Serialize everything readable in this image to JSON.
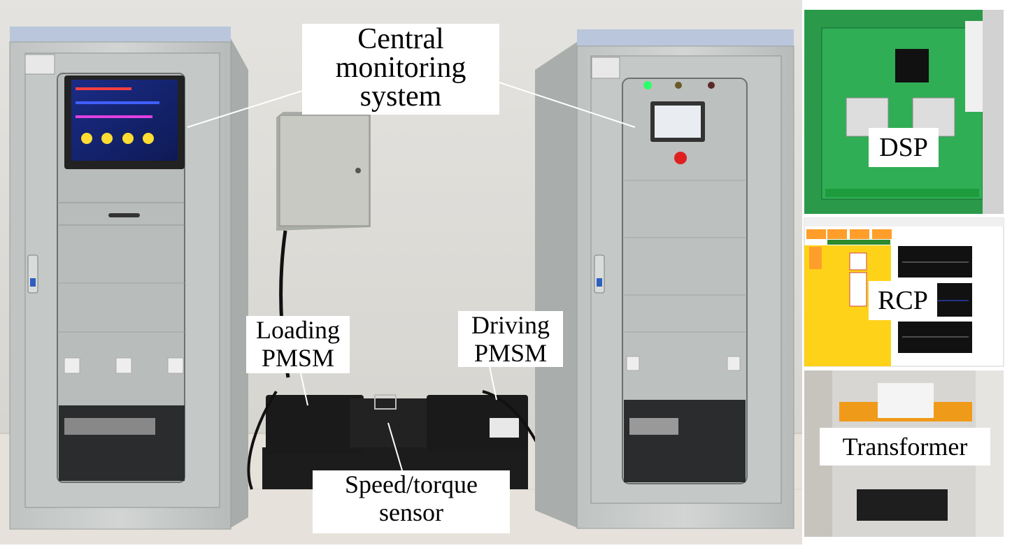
{
  "labels": {
    "central_line1": "Central",
    "central_line2": "monitoring",
    "central_line3": "system",
    "loading_line1": "Loading",
    "loading_line2": "PMSM",
    "driving_line1": "Driving",
    "driving_line2": "PMSM",
    "speed_line1": "Speed/torque",
    "speed_line2": "sensor",
    "dsp": "DSP",
    "rcp": "RCP",
    "transformer": "Transformer"
  },
  "colors": {
    "cabinet": "#c9ccc9",
    "cabinet_dark": "#a9adab",
    "wall": "#dedcd7",
    "floor": "#e8e4dd",
    "pcb": "#2a9a4a",
    "screen": "#1a2f7a",
    "motor": "#1a1a1a",
    "rcp_yellow": "#ffd21a",
    "transformer_orange": "#f09a1a"
  }
}
